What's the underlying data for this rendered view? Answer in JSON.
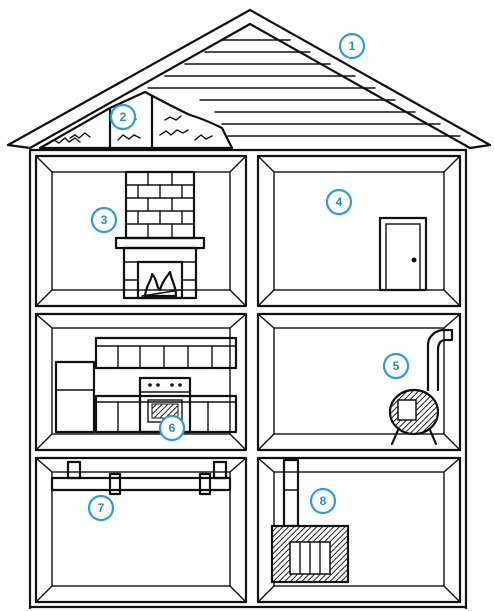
{
  "markers": [
    {
      "id": "roof",
      "label": "1"
    },
    {
      "id": "attic-insulation",
      "label": "2"
    },
    {
      "id": "fireplace",
      "label": "3"
    },
    {
      "id": "door",
      "label": "4"
    },
    {
      "id": "wood-stove",
      "label": "5"
    },
    {
      "id": "kitchen-range",
      "label": "6"
    },
    {
      "id": "pipes",
      "label": "7"
    },
    {
      "id": "furnace",
      "label": "8"
    }
  ]
}
